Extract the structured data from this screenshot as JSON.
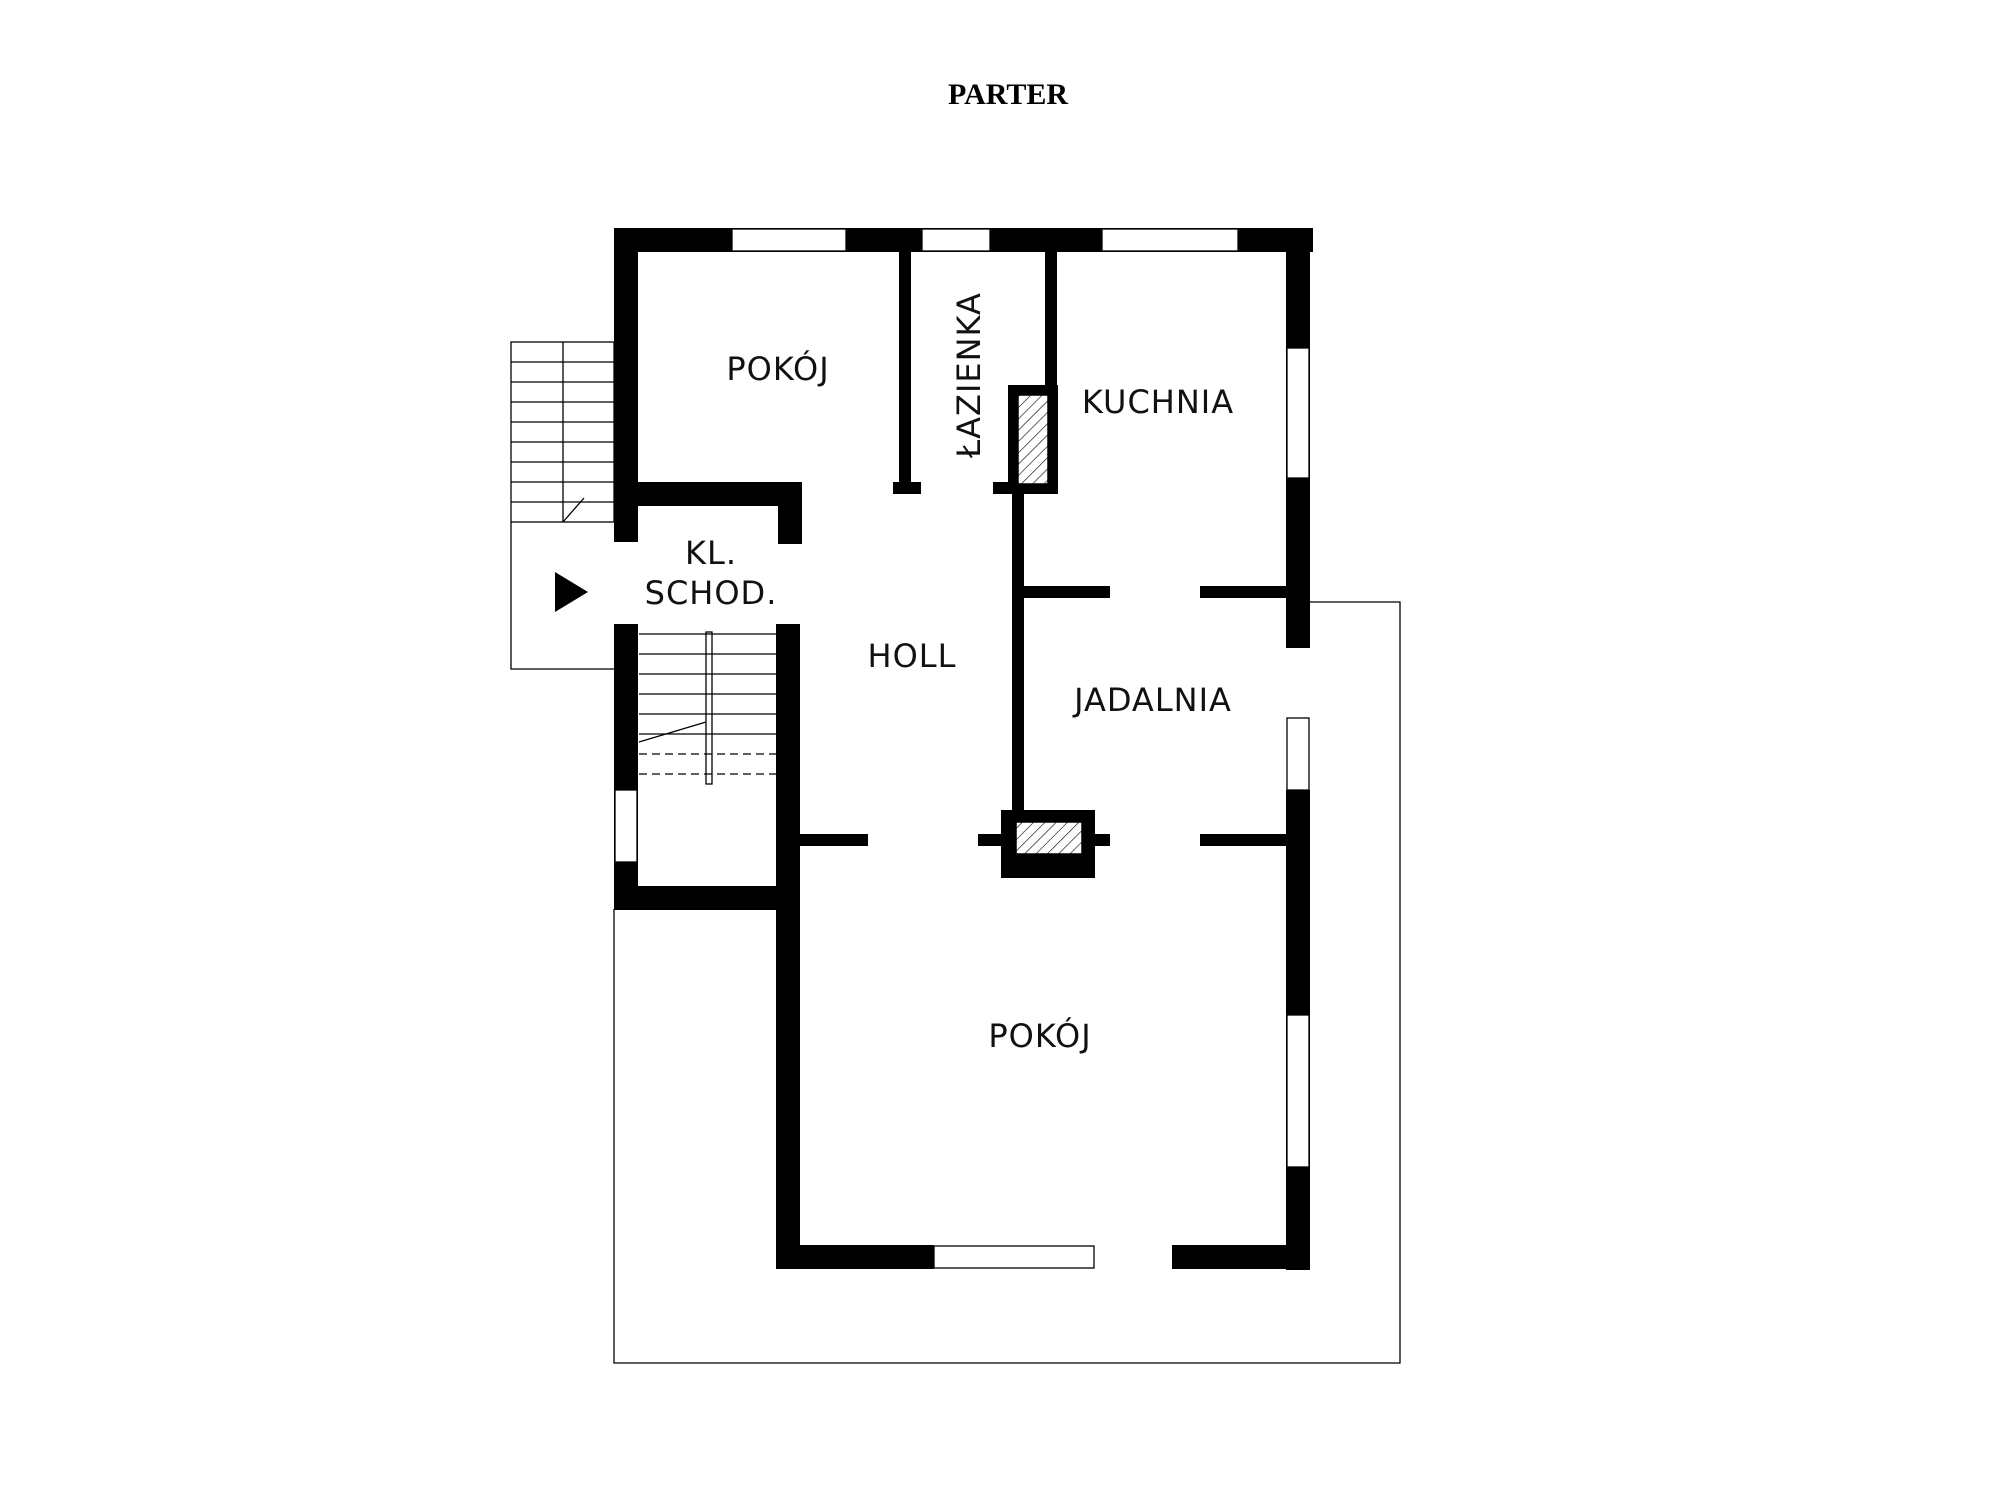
{
  "floor_title": "PARTER",
  "rooms": {
    "pokoj_top": "POKÓJ",
    "lazienka": "ŁAZIENKA",
    "kuchnia": "KUCHNIA",
    "klatka_line1": "KL.",
    "klatka_line2": "SCHOD.",
    "holl": "HOLL",
    "jadalnia": "JADALNIA",
    "pokoj_bottom": "POKÓJ"
  },
  "icons": {
    "entrance": "entrance-arrow-icon"
  },
  "colors": {
    "wall": "#000000",
    "background": "#ffffff"
  }
}
